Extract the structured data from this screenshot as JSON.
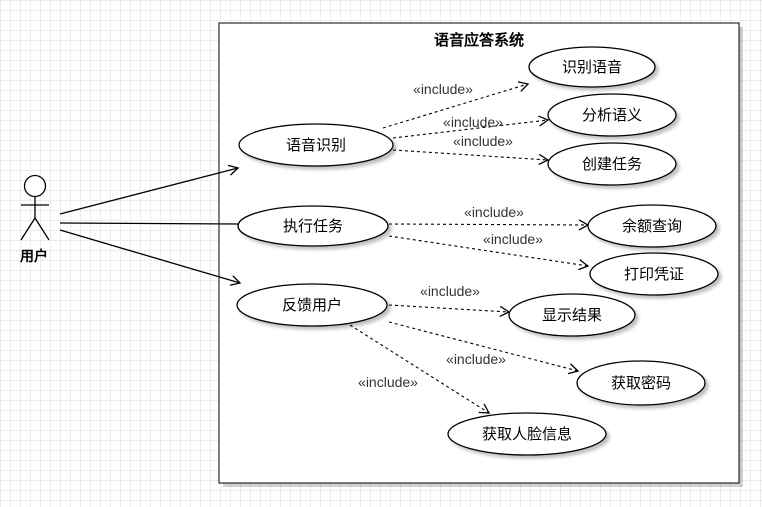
{
  "system": {
    "title": "语音应答系统"
  },
  "actor": {
    "label": "用户"
  },
  "use_cases": {
    "speech_recognition": "语音识别",
    "execute_task": "执行任务",
    "feedback_user": "反馈用户",
    "recognize_speech": "识别语音",
    "analyze_semantics": "分析语义",
    "create_task": "创建任务",
    "balance_query": "余额查询",
    "print_receipt": "打印凭证",
    "show_result": "显示结果",
    "get_password": "获取密码",
    "get_face_info": "获取人脸信息"
  },
  "relations": {
    "include_1": "«include»",
    "include_2": "«include»",
    "include_3": "«include»",
    "include_4": "«include»",
    "include_5": "«include»",
    "include_6": "«include»",
    "include_7": "«include»",
    "include_8": "«include»"
  }
}
